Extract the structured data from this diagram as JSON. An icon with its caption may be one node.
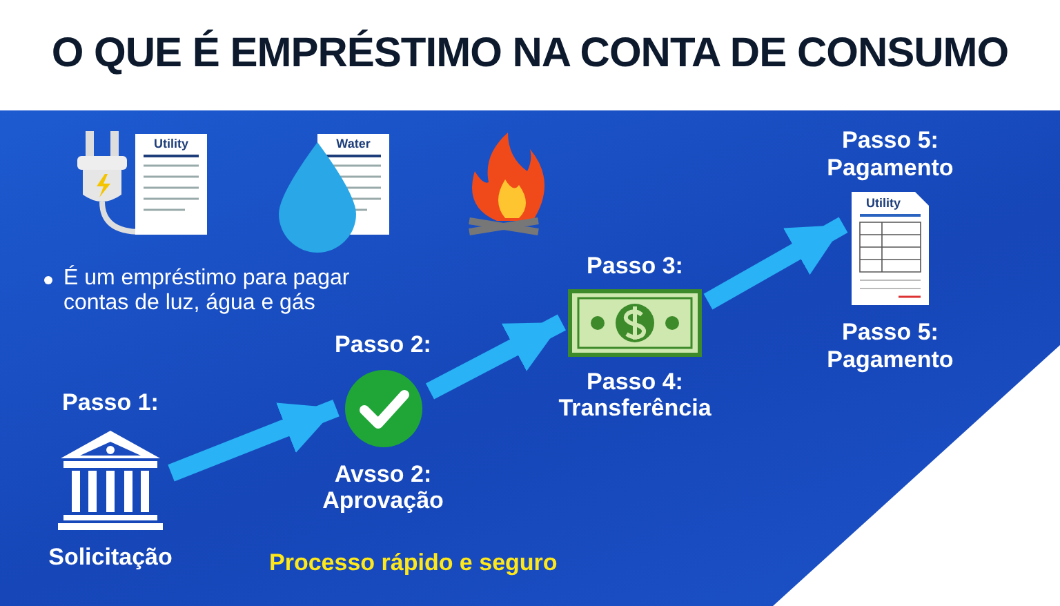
{
  "diagram": {
    "title": "O QUE É EMPRÉSTIMO NA CONTA DE CONSUMO",
    "nodes": [
      {
        "text": [
          "Passo 1:",
          "Solicitação"
        ]
      },
      {
        "text": [
          "Passo 2:",
          "Avsso 2: Aprovação"
        ]
      },
      {
        "text": [
          "Passo 3:",
          "Passo 4: Transferência"
        ]
      },
      {
        "text": [
          "Passo 5: Pagamento",
          "Passo 5: Pagamento"
        ]
      }
    ],
    "edges": [
      {
        "from": 0,
        "to": 1,
        "arrow": "to"
      },
      {
        "from": 1,
        "to": 2,
        "arrow": "to"
      },
      {
        "from": 2,
        "to": 3,
        "arrow": "to"
      }
    ],
    "labels": [
      "Utility",
      "Water",
      "É um empréstimo para pagar contas de luz, água e gás",
      "Utility",
      "Processo rápido e seguro"
    ]
  }
}
